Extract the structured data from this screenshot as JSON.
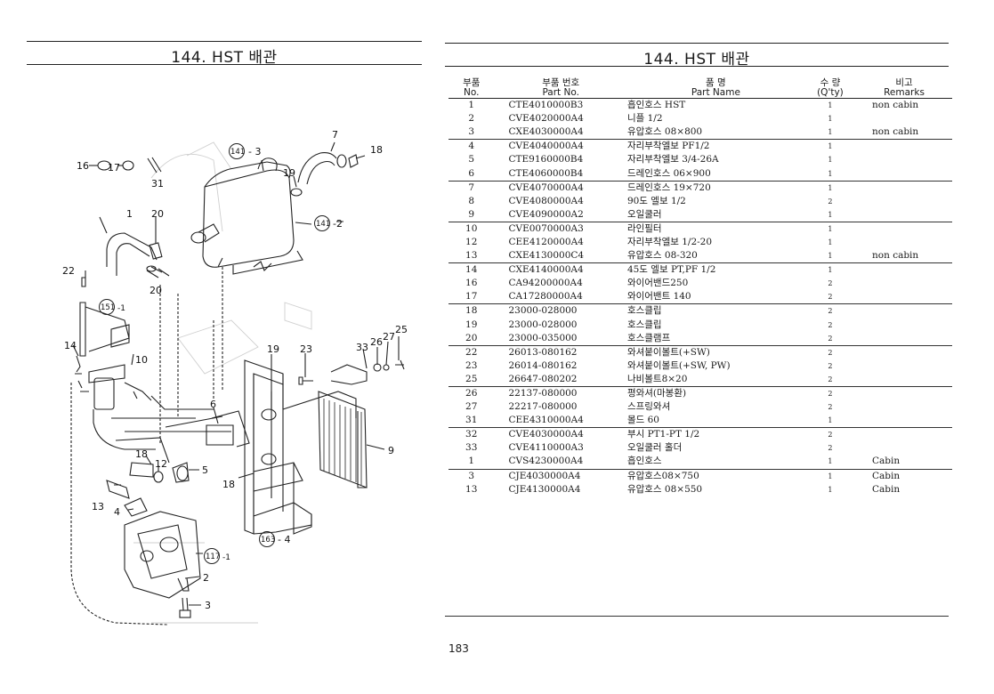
{
  "left_page": {
    "title": "144. HST 배관",
    "callouts": {
      "c16": "16",
      "c17": "17",
      "c31": "31",
      "c1": "1",
      "c20a": "20",
      "c20b": "20",
      "c22": "22",
      "c141a": "141",
      "c141a_sfx": "- 3",
      "c7": "7",
      "c18a": "18",
      "c19a": "19",
      "c141b": "141",
      "c141b_sfx": "-2",
      "c151": "151",
      "c151_sfx": "-1",
      "c14": "14",
      "c10": "10",
      "c19b": "19",
      "c23": "23",
      "c33": "33",
      "c26": "26",
      "c27": "27",
      "c25": "25",
      "c6": "6",
      "c9": "9",
      "c18b": "18",
      "c12": "12",
      "c5": "5",
      "c18c": "18",
      "c13": "13",
      "c4": "4",
      "c117": "117",
      "c117_sfx": "-1",
      "c2": "2",
      "c3": "3",
      "c163": "163",
      "c163_sfx": "- 4"
    }
  },
  "right_page": {
    "title": "144. HST 배관",
    "page_number": "183",
    "headers": {
      "no_ko": "부품",
      "no_en": "No.",
      "part_ko": "부품   번호",
      "part_en": "Part   No.",
      "name_ko": "품         명",
      "name_en": "Part       Name",
      "qty_ko": "수   량",
      "qty_en": "(Q'ty)",
      "rem_ko": "비고",
      "rem_en": "Remarks"
    },
    "rows": [
      {
        "no": "1",
        "part": "CTE4010000B3",
        "name": "흡인호스 HST",
        "qty": "1",
        "rem": "non cabin",
        "grp": true
      },
      {
        "no": "2",
        "part": "CVE4020000A4",
        "name": "니플 1/2",
        "qty": "1",
        "rem": "",
        "grp": false
      },
      {
        "no": "3",
        "part": "CXE4030000A4",
        "name": "유압호스 08×800",
        "qty": "1",
        "rem": "non cabin",
        "grp": false
      },
      {
        "no": "4",
        "part": "CVE4040000A4",
        "name": "자리부착엘보 PF1/2",
        "qty": "1",
        "rem": "",
        "grp": true
      },
      {
        "no": "5",
        "part": "CTE9160000B4",
        "name": "자리부착엘보 3/4-26A",
        "qty": "1",
        "rem": "",
        "grp": false
      },
      {
        "no": "6",
        "part": "CTE4060000B4",
        "name": "드레인호스 06×900",
        "qty": "1",
        "rem": "",
        "grp": false
      },
      {
        "no": "7",
        "part": "CVE4070000A4",
        "name": "드레인호스 19×720",
        "qty": "1",
        "rem": "",
        "grp": true
      },
      {
        "no": "8",
        "part": "CVE4080000A4",
        "name": "90도 엘보 1/2",
        "qty": "2",
        "rem": "",
        "grp": false
      },
      {
        "no": "9",
        "part": "CVE4090000A2",
        "name": "오일쿨러",
        "qty": "1",
        "rem": "",
        "grp": false
      },
      {
        "no": "10",
        "part": "CVE0070000A3",
        "name": "라인필터",
        "qty": "1",
        "rem": "",
        "grp": true
      },
      {
        "no": "12",
        "part": "CEE4120000A4",
        "name": "자리부착엘보 1/2-20",
        "qty": "1",
        "rem": "",
        "grp": false
      },
      {
        "no": "13",
        "part": "CXE4130000C4",
        "name": "유압호스 08-320",
        "qty": "1",
        "rem": "non cabin",
        "grp": false
      },
      {
        "no": "14",
        "part": "CXE4140000A4",
        "name": "45도 엘보 PT,PF 1/2",
        "qty": "1",
        "rem": "",
        "grp": true
      },
      {
        "no": "16",
        "part": "CA94200000A4",
        "name": "와이어밴드250",
        "qty": "2",
        "rem": "",
        "grp": false
      },
      {
        "no": "17",
        "part": "CA17280000A4",
        "name": "와이어밴트 140",
        "qty": "2",
        "rem": "",
        "grp": false
      },
      {
        "no": "18",
        "part": "23000-028000",
        "name": "호스클립",
        "qty": "2",
        "rem": "",
        "grp": true
      },
      {
        "no": "19",
        "part": "23000-028000",
        "name": "호스클립",
        "qty": "2",
        "rem": "",
        "grp": false
      },
      {
        "no": "20",
        "part": "23000-035000",
        "name": "호스클램프",
        "qty": "2",
        "rem": "",
        "grp": false
      },
      {
        "no": "22",
        "part": "26013-080162",
        "name": "와셔붙이볼트(+SW)",
        "qty": "2",
        "rem": "",
        "grp": true
      },
      {
        "no": "23",
        "part": "26014-080162",
        "name": "와셔붙이볼트(+SW, PW)",
        "qty": "2",
        "rem": "",
        "grp": false
      },
      {
        "no": "25",
        "part": "26647-080202",
        "name": "나비볼트8×20",
        "qty": "2",
        "rem": "",
        "grp": false
      },
      {
        "no": "26",
        "part": "22137-080000",
        "name": "평와셔(마봉환)",
        "qty": "2",
        "rem": "",
        "grp": true
      },
      {
        "no": "27",
        "part": "22217-080000",
        "name": "스프링와셔",
        "qty": "2",
        "rem": "",
        "grp": false
      },
      {
        "no": "31",
        "part": "CEE4310000A4",
        "name": "몰드 60",
        "qty": "1",
        "rem": "",
        "grp": false
      },
      {
        "no": "32",
        "part": "CVE4030000A4",
        "name": "부시 PT1-PT 1/2",
        "qty": "2",
        "rem": "",
        "grp": true
      },
      {
        "no": "33",
        "part": "CVE4110000A3",
        "name": "오일쿨러 홀더",
        "qty": "2",
        "rem": "",
        "grp": false
      },
      {
        "no": "1",
        "part": "CVS4230000A4",
        "name": "흡인호스",
        "qty": "1",
        "rem": "Cabin",
        "grp": false
      },
      {
        "no": "3",
        "part": "CJE4030000A4",
        "name": "유압호스08×750",
        "qty": "1",
        "rem": "Cabin",
        "grp": true
      },
      {
        "no": "13",
        "part": "CJE4130000A4",
        "name": "유압호스 08×550",
        "qty": "1",
        "rem": "Cabin",
        "grp": false
      }
    ]
  }
}
